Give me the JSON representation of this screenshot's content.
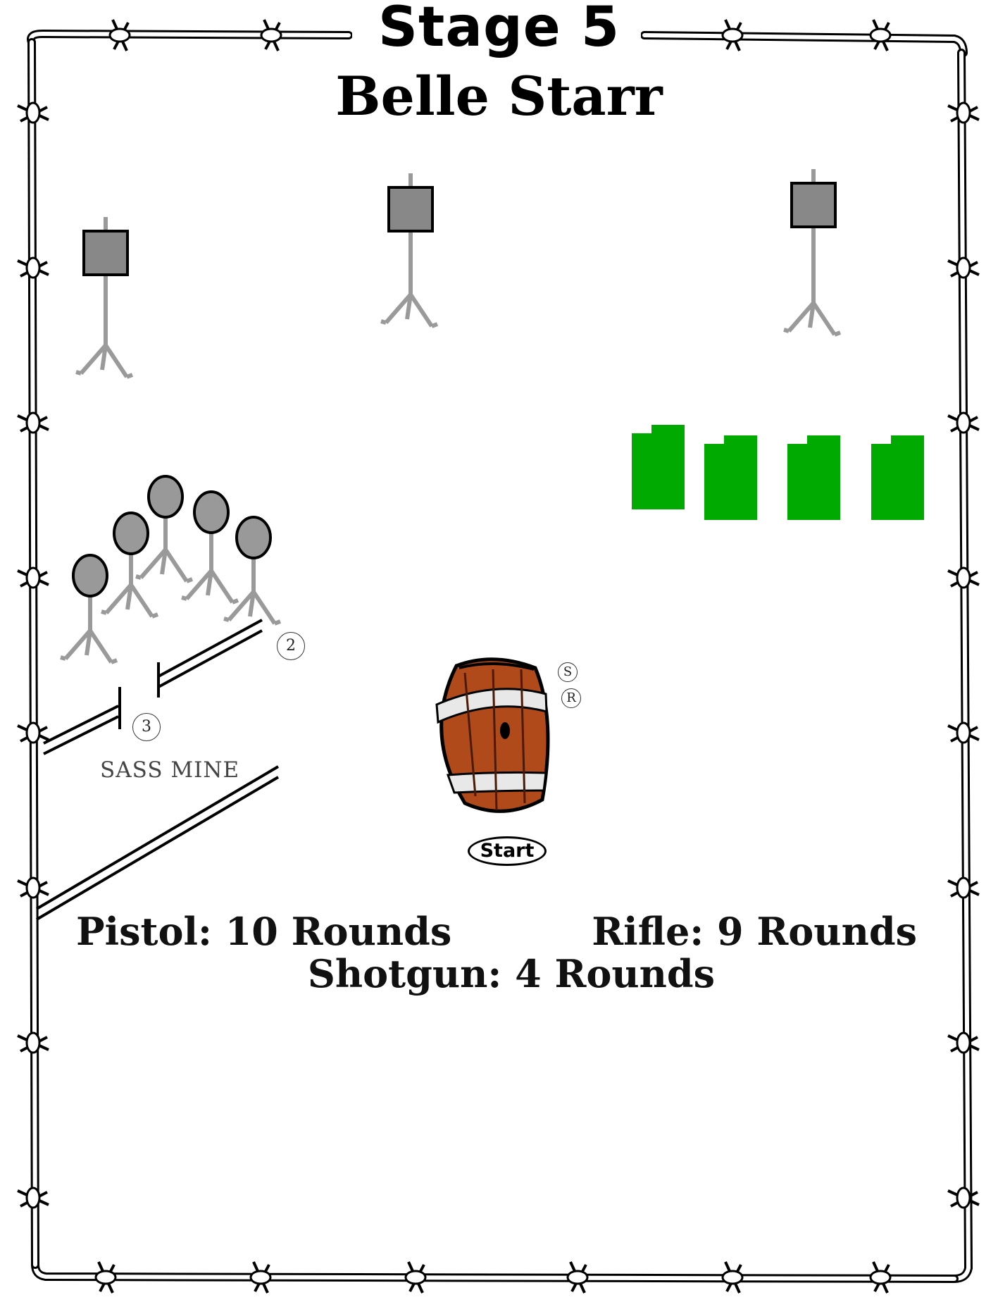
{
  "stage": {
    "number_label": "Stage 5",
    "name": "Belle Starr"
  },
  "targets": {
    "pistol_square_count": 3,
    "rifle_round_count": 5,
    "shotgun_knockdown_count": 4,
    "square_fill": "#888888",
    "round_fill": "#999999",
    "stand_color": "#9a9a9a",
    "knockdown_color": "#00aa00"
  },
  "positions": {
    "pos_2": "2",
    "pos_3": "3",
    "mine_label": "SASS MINE",
    "start_label": "Start",
    "shotgun_mark": "S",
    "rifle_mark": "R"
  },
  "barrel": {
    "wood": "#b04a1a",
    "band": "#e8e8e8"
  },
  "rounds": {
    "pistol": "Pistol: 10 Rounds",
    "rifle": "Rifle: 9 Rounds",
    "shotgun": "Shotgun: 4 Rounds"
  },
  "border": {
    "icon": "barbed-wire-frame"
  }
}
